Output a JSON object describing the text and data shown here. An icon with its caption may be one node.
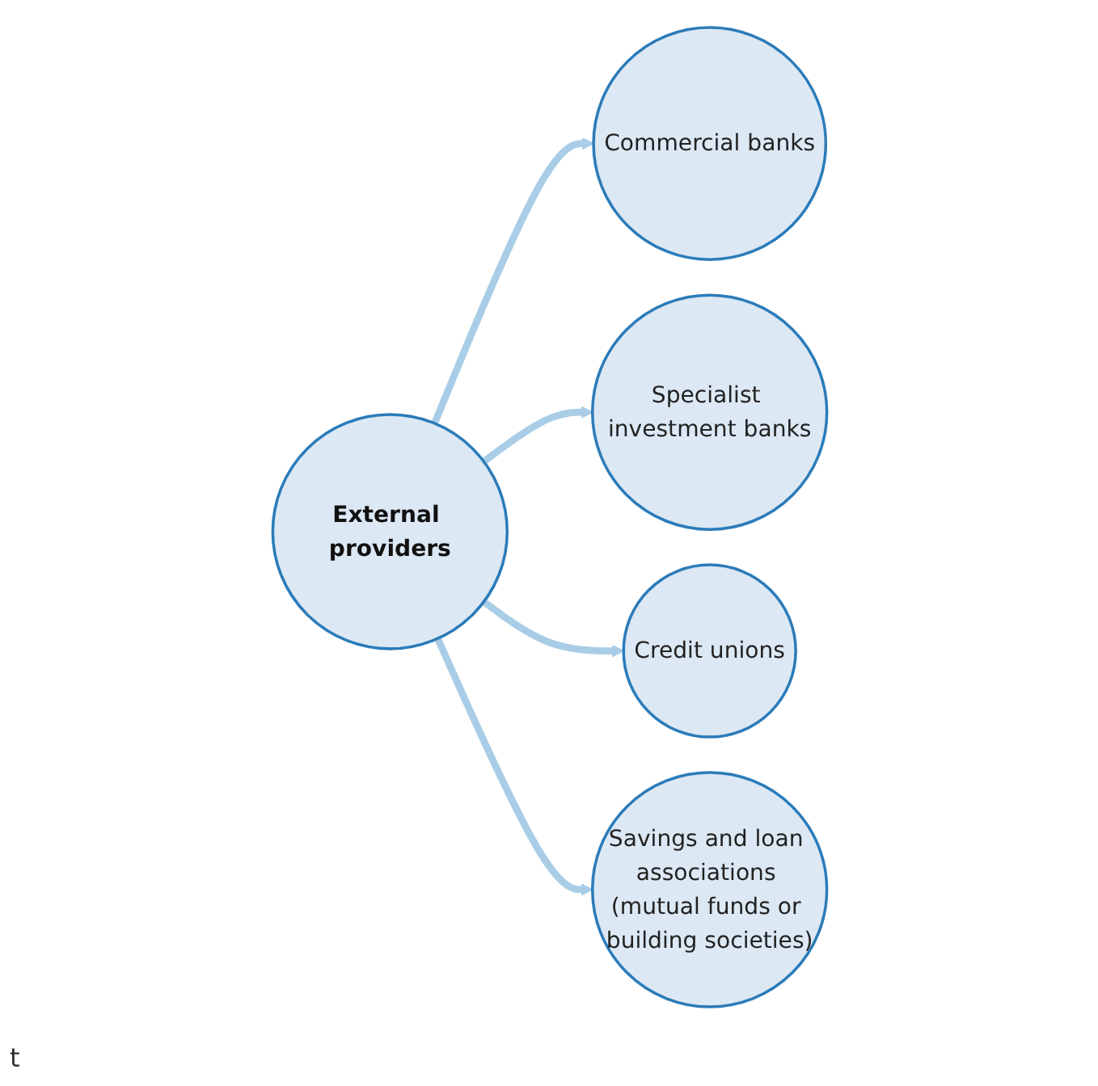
{
  "diagram": {
    "nodes": [
      {
        "text": [
          "Commercial banks"
        ]
      },
      {
        "text": [
          "Specialist investment banks"
        ]
      },
      {
        "text": [
          "External providers"
        ]
      },
      {
        "text": [
          "Credit unions"
        ]
      },
      {
        "text": [
          "Savings and loan associations (mutual funds or building societies)"
        ]
      }
    ],
    "edges": [
      {
        "from": 2,
        "to": 0,
        "arrow": "to"
      },
      {
        "from": 2,
        "to": 1,
        "arrow": "to"
      },
      {
        "from": 2,
        "to": 3,
        "arrow": "to"
      },
      {
        "from": 2,
        "to": 4,
        "arrow": "to"
      }
    ],
    "labels": [
      "t"
    ]
  }
}
